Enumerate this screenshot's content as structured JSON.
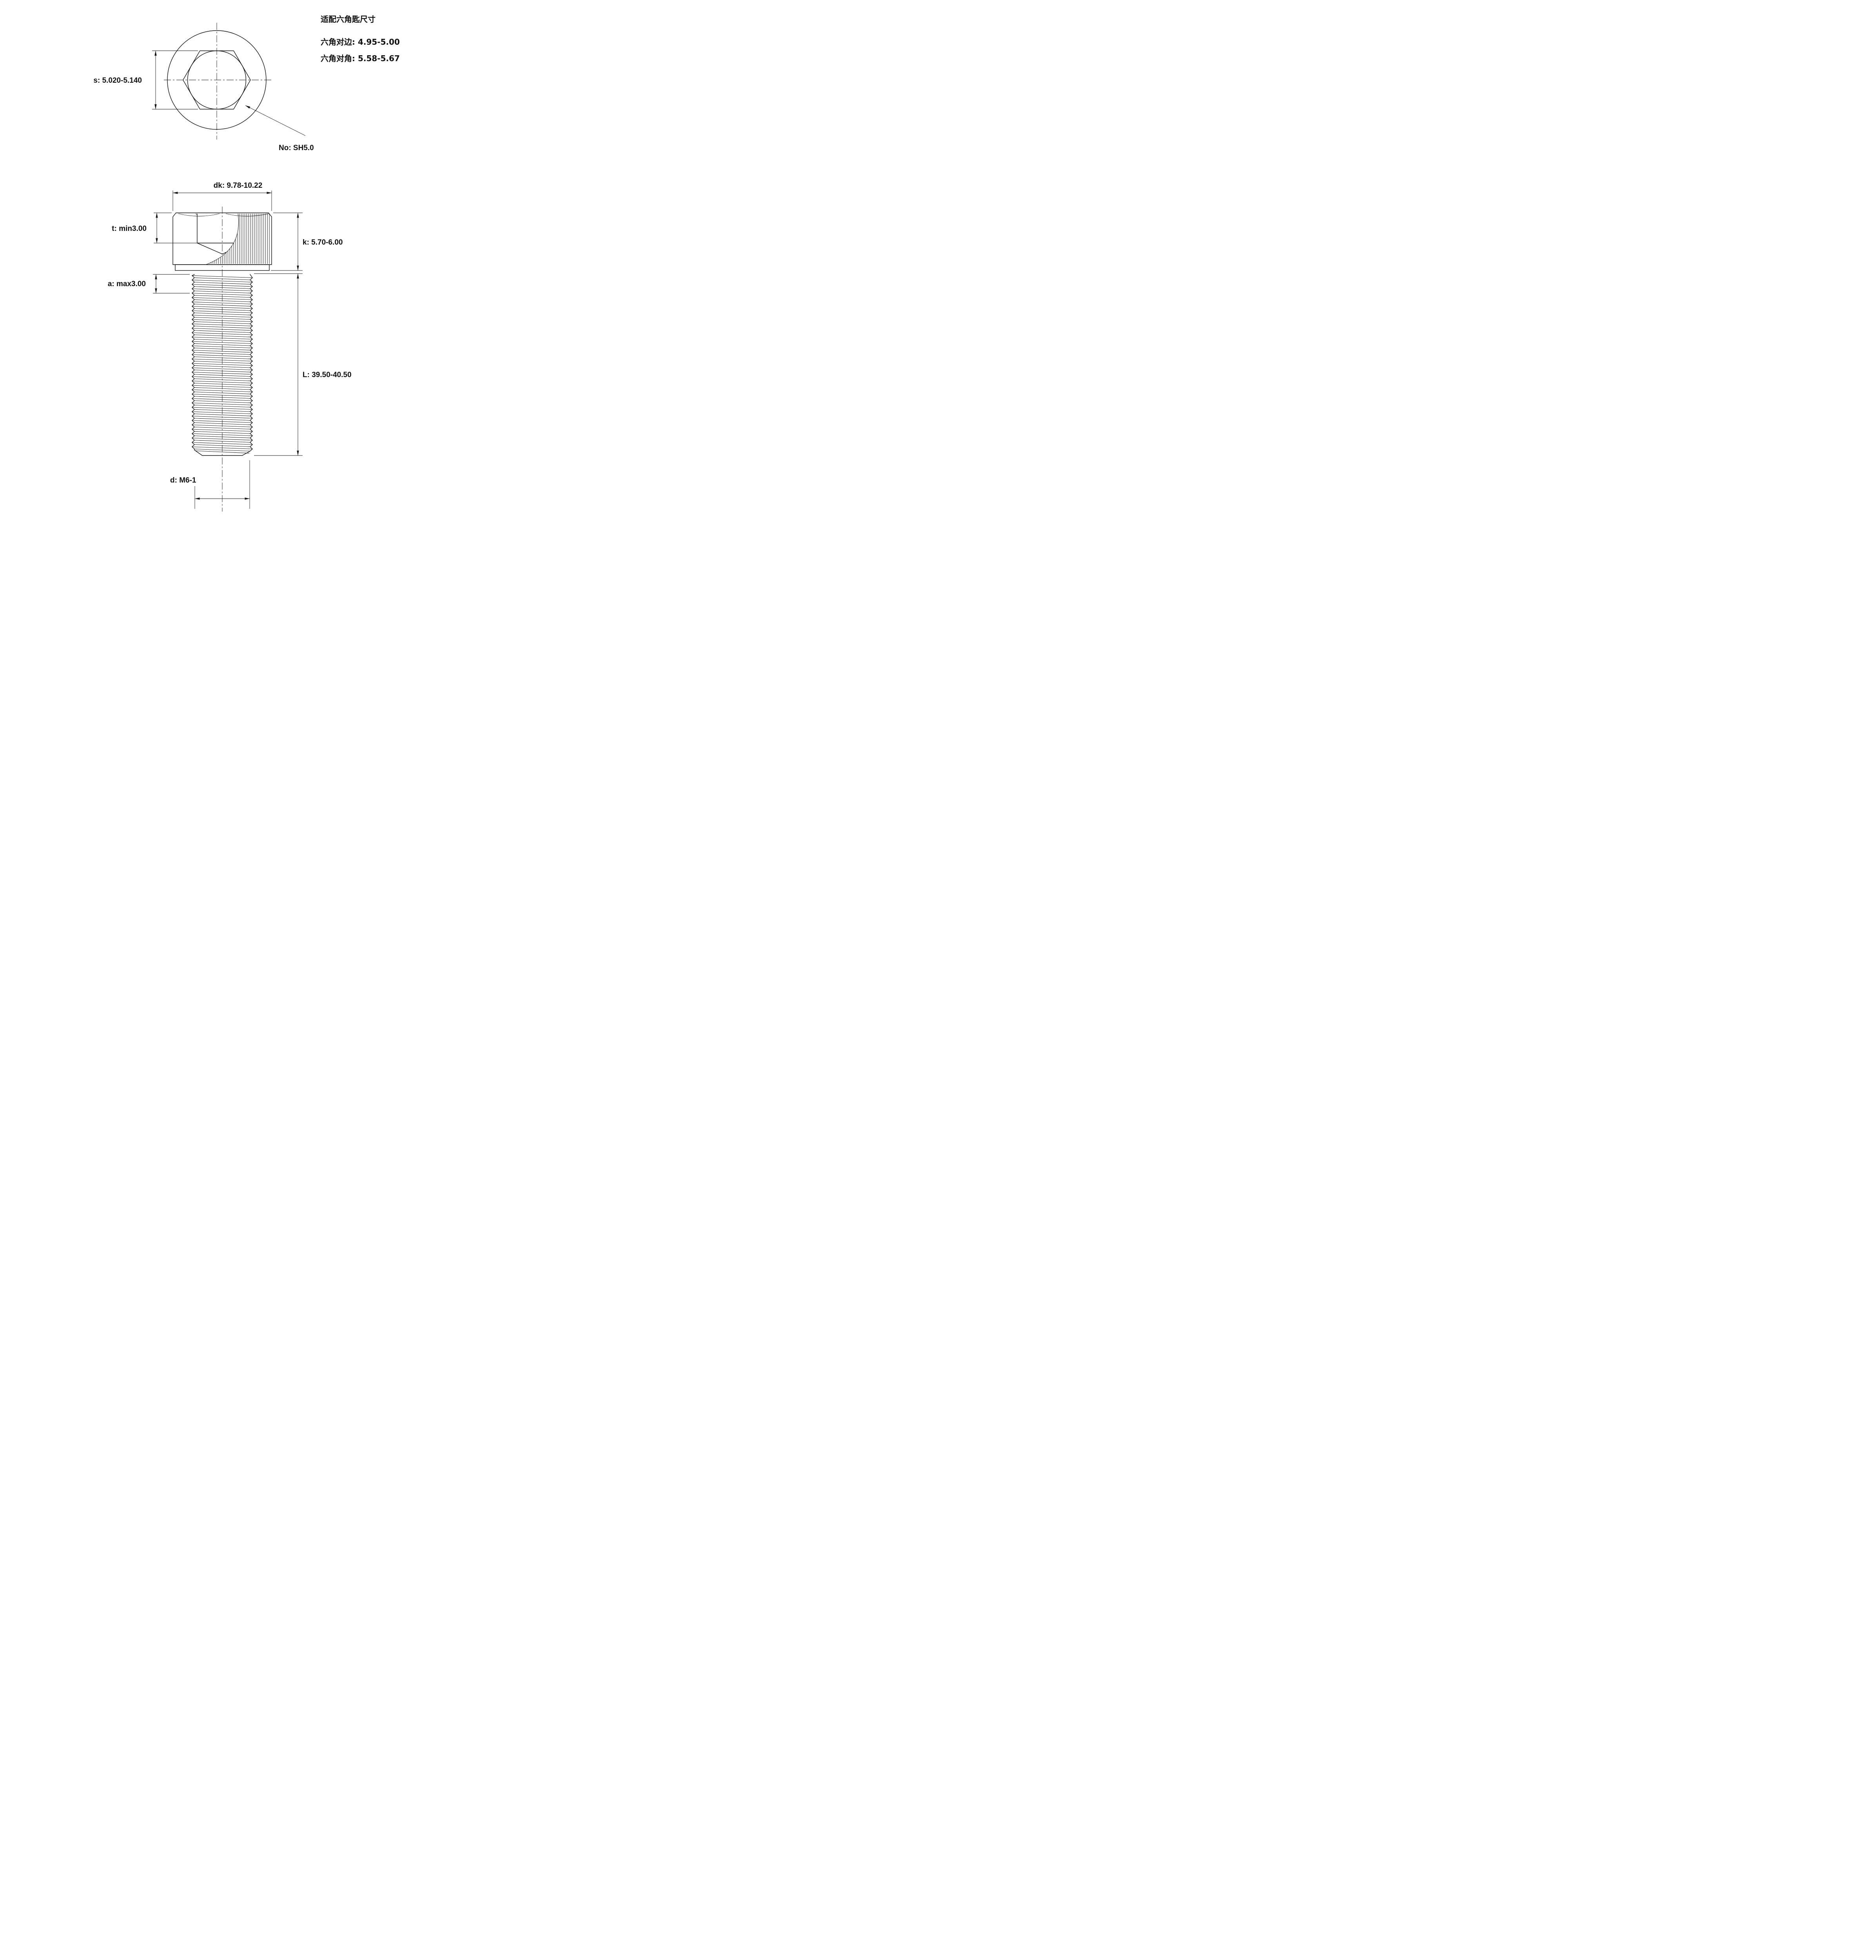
{
  "hex_key_info": {
    "title": "适配六角匙尺寸",
    "across_flats": "六角对边:  4.95-5.00",
    "across_corners": "六角对角:  5.58-5.67"
  },
  "top_view": {
    "socket_width": "s: 5.020-5.140",
    "socket_no": "No: SH5.0"
  },
  "side_view": {
    "head_diameter": "dk: 9.78-10.22",
    "socket_depth": "t: min3.00",
    "head_height": "k: 5.70-6.00",
    "incomplete_thread": "a: max3.00",
    "length": "L: 39.50-40.50",
    "thread": "d: M6-1"
  }
}
